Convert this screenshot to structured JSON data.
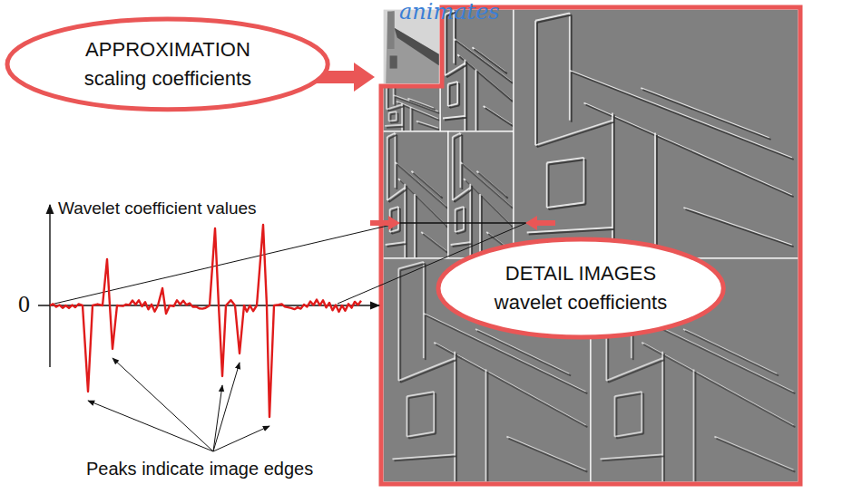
{
  "diagram": {
    "nodes": [
      {
        "text": [
          "APPROXIMATION scaling coefficients"
        ]
      },
      {
        "text": [
          "DETAIL IMAGES wavelet coefficients"
        ]
      }
    ],
    "labels": [
      "animates",
      "Wavelet coefficient values",
      "0",
      "Peaks indicate image edges"
    ]
  }
}
